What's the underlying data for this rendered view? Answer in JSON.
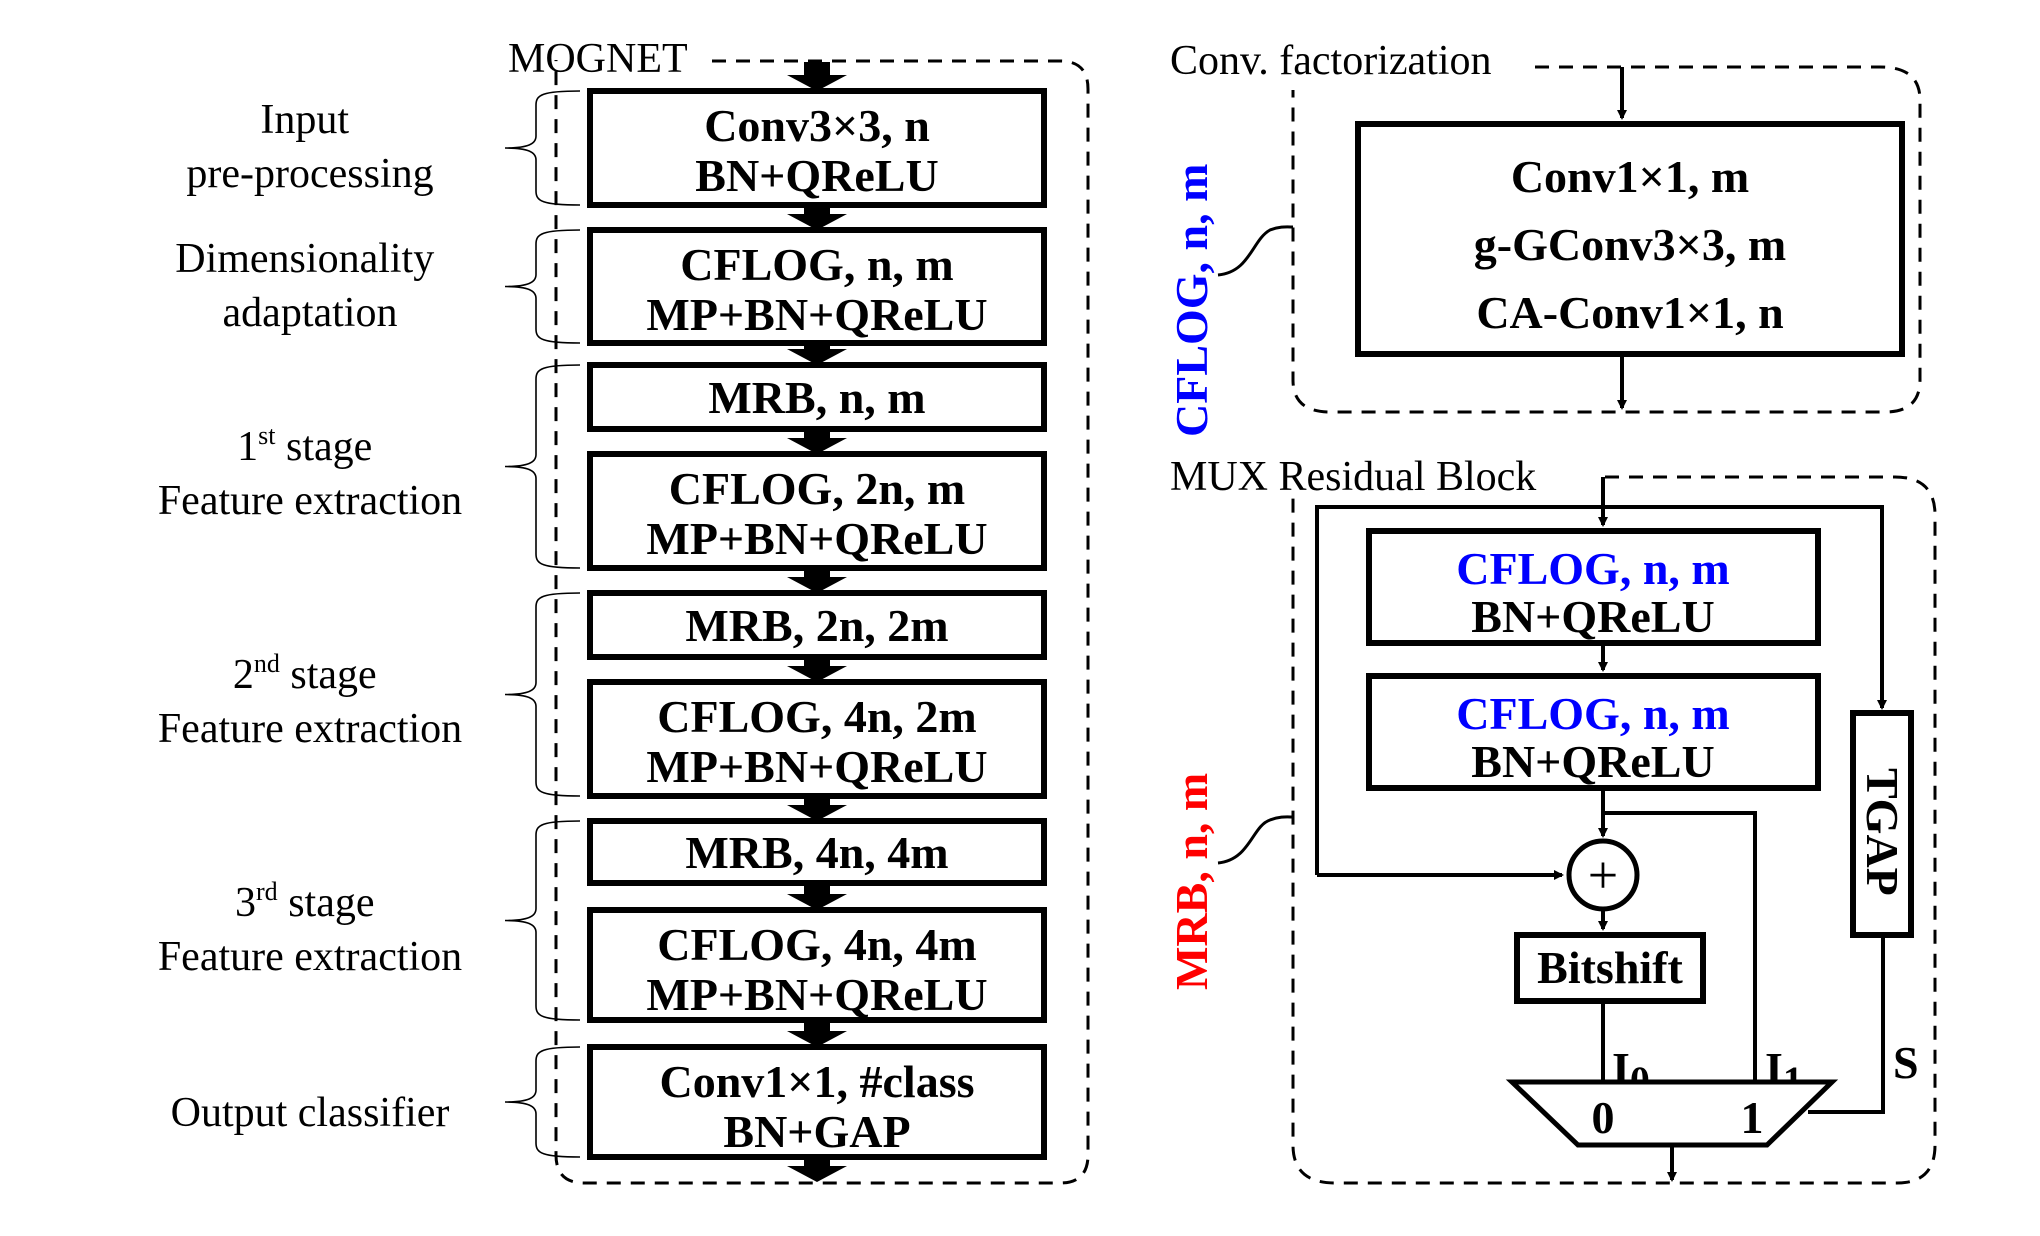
{
  "colors": {
    "cflog": "#0000ff",
    "mrb": "#ff0000",
    "text": "#000000"
  },
  "mognet": {
    "title": "MOGNET",
    "stage_labels": [
      {
        "line1": "Input",
        "line2": "pre-processing"
      },
      {
        "line1": "Dimensionality",
        "line2": "adaptation"
      },
      {
        "ordinal_num": "1",
        "ordinal_sup": "st",
        "ordinal_rest": " stage",
        "line2": "Feature extraction"
      },
      {
        "ordinal_num": "2",
        "ordinal_sup": "nd",
        "ordinal_rest": " stage",
        "line2": "Feature extraction"
      },
      {
        "ordinal_num": "3",
        "ordinal_sup": "rd",
        "ordinal_rest": " stage",
        "line2": "Feature extraction"
      },
      {
        "line1": "Output classifier"
      }
    ],
    "blocks": [
      {
        "line1": "Conv3×3, n",
        "line1_color": "black",
        "line2": "BN+QReLU"
      },
      {
        "line1": "CFLOG, n, m",
        "line1_color": "blue",
        "line2": "MP+BN+QReLU"
      },
      {
        "line1": "MRB, n, m",
        "line1_color": "red"
      },
      {
        "line1": "CFLOG, 2n, m",
        "line1_color": "blue",
        "line2": "MP+BN+QReLU"
      },
      {
        "line1": "MRB, 2n, 2m",
        "line1_color": "red"
      },
      {
        "line1": "CFLOG, 4n, 2m",
        "line1_color": "blue",
        "line2": "MP+BN+QReLU"
      },
      {
        "line1": "MRB, 4n, 4m",
        "line1_color": "red"
      },
      {
        "line1": "CFLOG, 4n, 4m",
        "line1_color": "blue",
        "line2": "MP+BN+QReLU"
      },
      {
        "line1": "Conv1×1, #class",
        "line1_color": "black",
        "line2": "BN+GAP"
      }
    ]
  },
  "conv_factorization": {
    "title": "Conv. factorization",
    "side_label": "CFLOG, n, m",
    "lines": [
      "Conv1×1, m",
      "g-GConv3×3, m",
      "CA-Conv1×1, n"
    ]
  },
  "mux_residual_block": {
    "title": "MUX Residual Block",
    "side_label": "MRB, n, m",
    "cflog_blocks": [
      {
        "line1": "CFLOG, n, m",
        "line2": "BN+QReLU"
      },
      {
        "line1": "CFLOG, n, m",
        "line2": "BN+QReLU"
      }
    ],
    "adder_symbol": "+",
    "bitshift_label": "Bitshift",
    "tgap_label": "TGAP",
    "input0_label": "I",
    "input0_sub": "0",
    "input1_label": "I",
    "input1_sub": "1",
    "select_label": "S",
    "mux_port0": "0",
    "mux_port1": "1"
  }
}
